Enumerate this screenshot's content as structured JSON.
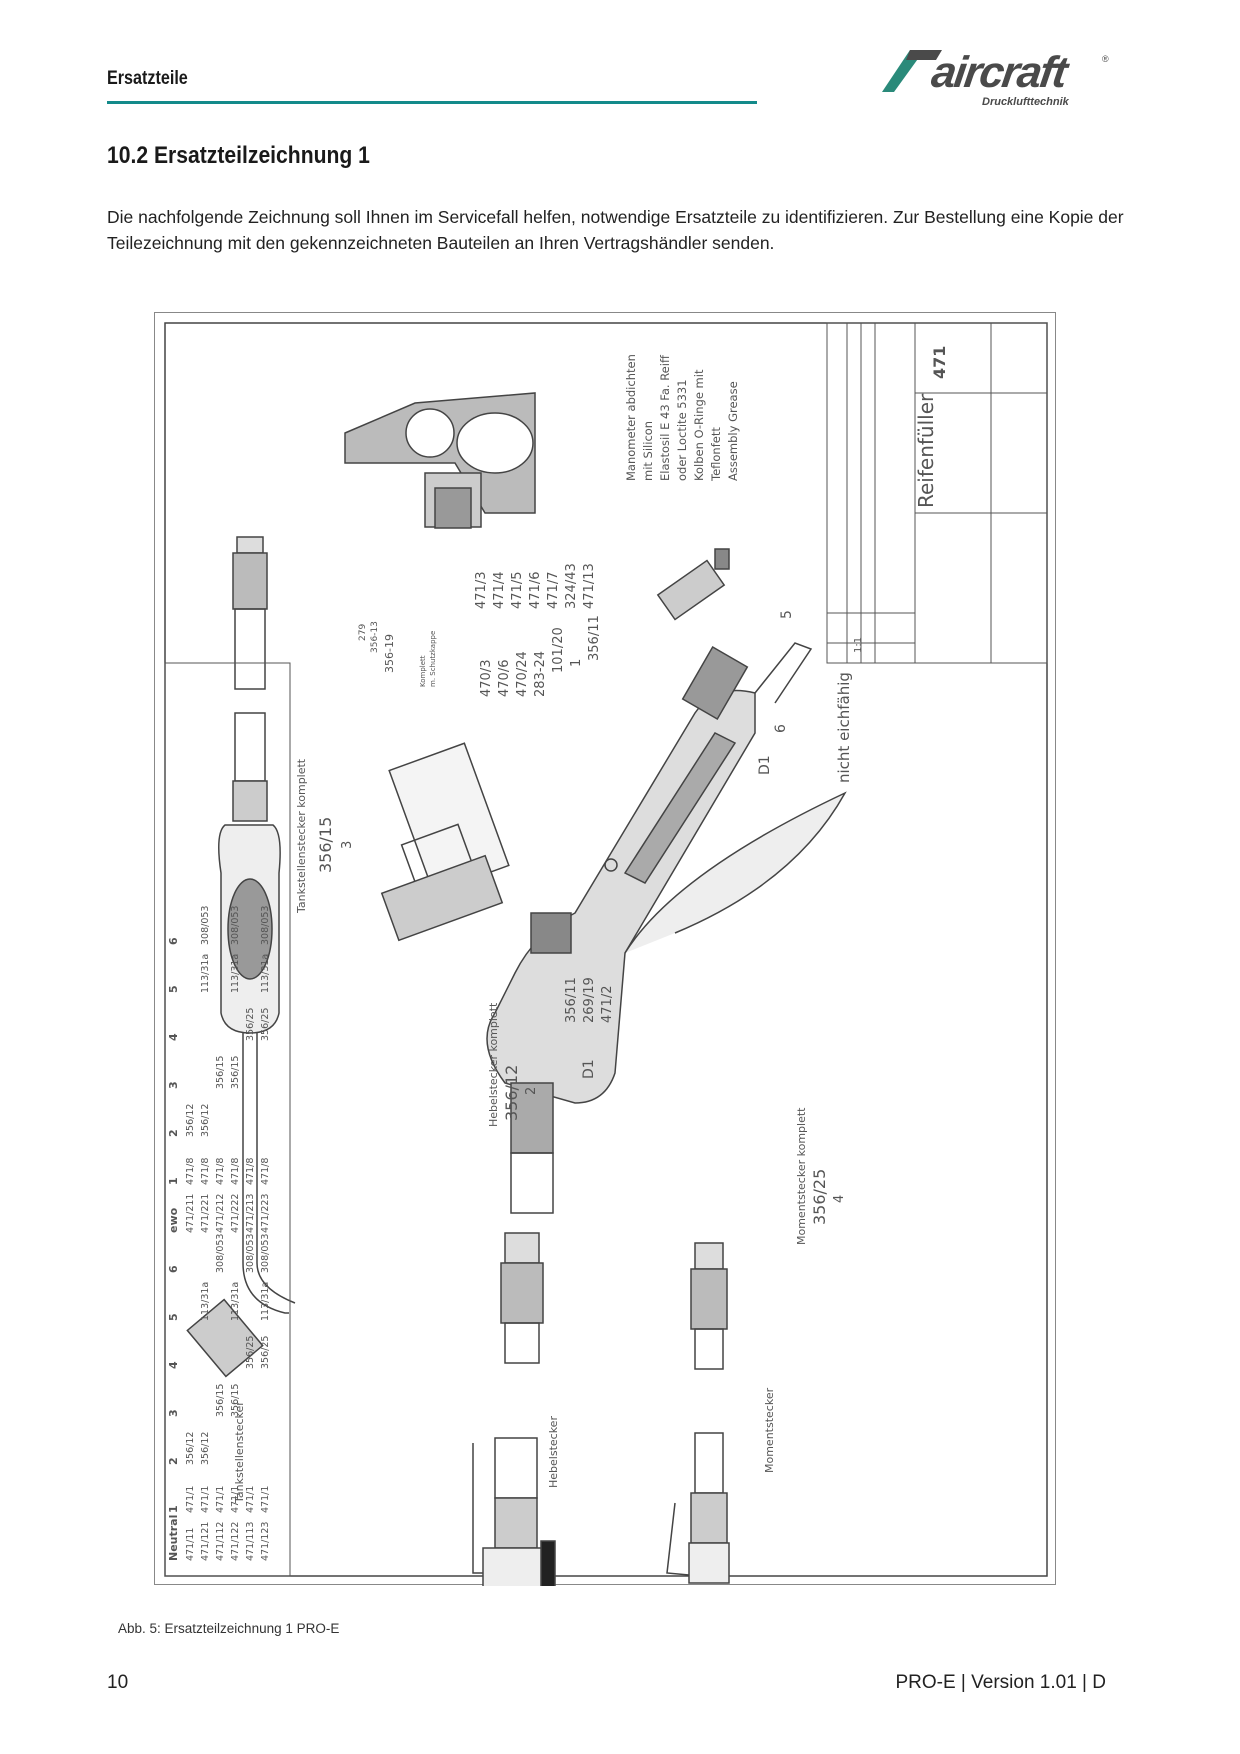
{
  "header": {
    "section_label": "Ersatzteile",
    "brand": "aircraft",
    "brand_sub": "Drucklufttechnik",
    "brand_reg": "®"
  },
  "title": "10.2 Ersatzteilzeichnung 1",
  "intro": "Die nachfolgende Zeichnung soll Ihnen im Servicefall helfen, notwendige Ersatzteile zu identifizieren. Zur Bestellung eine Kopie der Teilezeichnung mit den gekennzeichneten Bauteilen an Ihren Vertragshändler senden.",
  "drawing": {
    "labels": {
      "tank": "Tankstellenstecker",
      "tank_complete": "Tankstellenstecker komplett",
      "tank_part": "356/15",
      "tank_num": "3",
      "hebel": "Hebelstecker",
      "hebel_complete": "Hebelstecker komplett",
      "hebel_part": "356/12",
      "hebel_num": "2",
      "moment": "Momentstecker",
      "moment_complete": "Momentstecker komplett",
      "moment_part": "356/25",
      "moment_num": "4",
      "nicht": "nicht eichfähig",
      "d1": "D1",
      "five": "5",
      "six": "6",
      "komplett": "Komplett",
      "schutzkappe": "m. Schutzkappe",
      "p279": "279",
      "p356_13": "356-13",
      "p356_19": "356-19"
    },
    "callouts_top": [
      "471/3",
      "471/4",
      "471/5",
      "471/6",
      "471/7",
      "324/43",
      "471/13"
    ],
    "callouts_mid": [
      "470/3",
      "470/6",
      "470/24",
      "283-24",
      "101/20",
      "1",
      "356/11"
    ],
    "callouts_low": [
      "356/11",
      "269/19",
      "471/2"
    ],
    "notes": [
      "Manometer abdichten",
      "mit Silicon",
      "Elastosil E 43 Fa. Reiff",
      "oder Loctite 5331",
      "Kolben O-Ringe mit",
      "Teflonfett",
      "Assembly Grease"
    ],
    "title_block": {
      "name": "Reifenfüller",
      "number": "471",
      "scale": "1:1"
    },
    "table_left": {
      "headers": [
        "Neutral",
        "1",
        "2",
        "3",
        "4",
        "5",
        "6"
      ],
      "rows": [
        [
          "471/11",
          "471/1",
          "356/12",
          "",
          "",
          "",
          ""
        ],
        [
          "471/121",
          "471/1",
          "356/12",
          "",
          "",
          "113/31a",
          ""
        ],
        [
          "471/112",
          "471/1",
          "",
          "356/15",
          "",
          "",
          "308/053"
        ],
        [
          "471/122",
          "471/1",
          "",
          "356/15",
          "",
          "113/31a",
          ""
        ],
        [
          "471/113",
          "471/1",
          "",
          "",
          "356/25",
          "",
          "308/053"
        ],
        [
          "471/123",
          "471/1",
          "",
          "",
          "356/25",
          "113/31a",
          "308/053"
        ]
      ]
    },
    "table_right": {
      "headers": [
        "ewo",
        "1",
        "2",
        "3",
        "4",
        "5",
        "6"
      ],
      "rows": [
        [
          "471/211",
          "471/8",
          "356/12",
          "",
          "",
          "",
          ""
        ],
        [
          "471/221",
          "471/8",
          "356/12",
          "",
          "",
          "113/31a",
          "308/053"
        ],
        [
          "471/212",
          "471/8",
          "",
          "356/15",
          "",
          "",
          ""
        ],
        [
          "471/222",
          "471/8",
          "",
          "356/15",
          "",
          "113/31a",
          "308/053"
        ],
        [
          "471/213",
          "471/8",
          "",
          "",
          "356/25",
          "",
          ""
        ],
        [
          "471/223",
          "471/8",
          "",
          "",
          "356/25",
          "113/31a",
          "308/053"
        ]
      ]
    }
  },
  "caption": "Abb. 5: Ersatzteilzeichnung 1 PRO-E",
  "footer": {
    "page_number": "10",
    "doc_version": "PRO-E | Version 1.01 | D"
  },
  "colors": {
    "accent_rule": "#138a8a",
    "logo_green": "#2a8a7a"
  }
}
